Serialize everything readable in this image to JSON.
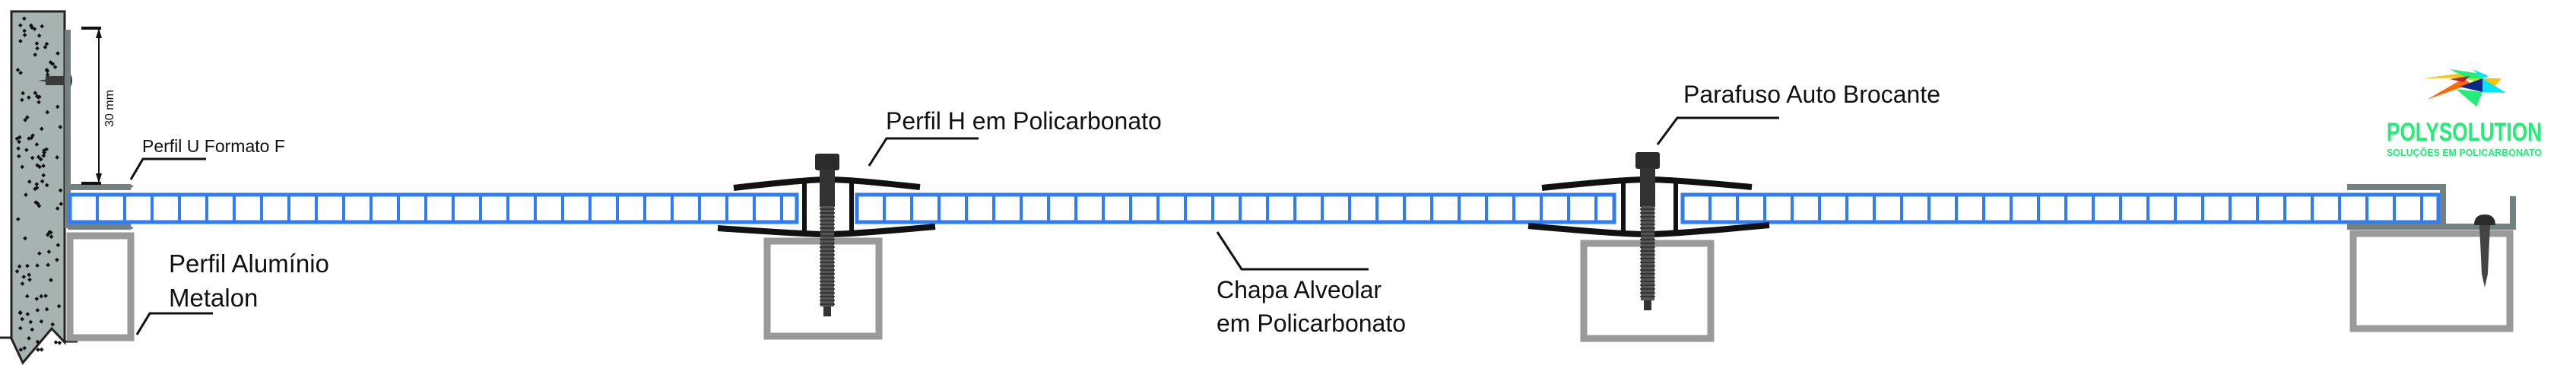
{
  "labels": {
    "dimension": "30 mm",
    "perfil_u": "Perfil U Formato F",
    "metalon_line1": "Perfil Alumínio",
    "metalon_line2": "Metalon",
    "perfil_h": "Perfil H em Policarbonato",
    "chapa_line1": "Chapa Alveolar",
    "chapa_line2": "em Policarbonato",
    "parafuso": "Parafuso Auto Brocante"
  },
  "logo": {
    "name": "POLYSOLUTION",
    "tagline": "SOLUÇÕES EM POLICARBONATO"
  },
  "colors": {
    "panel": "#2f7df5",
    "metalon": "#9a9a9a",
    "wall": "#a6b3b1",
    "profile_f": "#738180",
    "logo_green": "#22ee77"
  }
}
